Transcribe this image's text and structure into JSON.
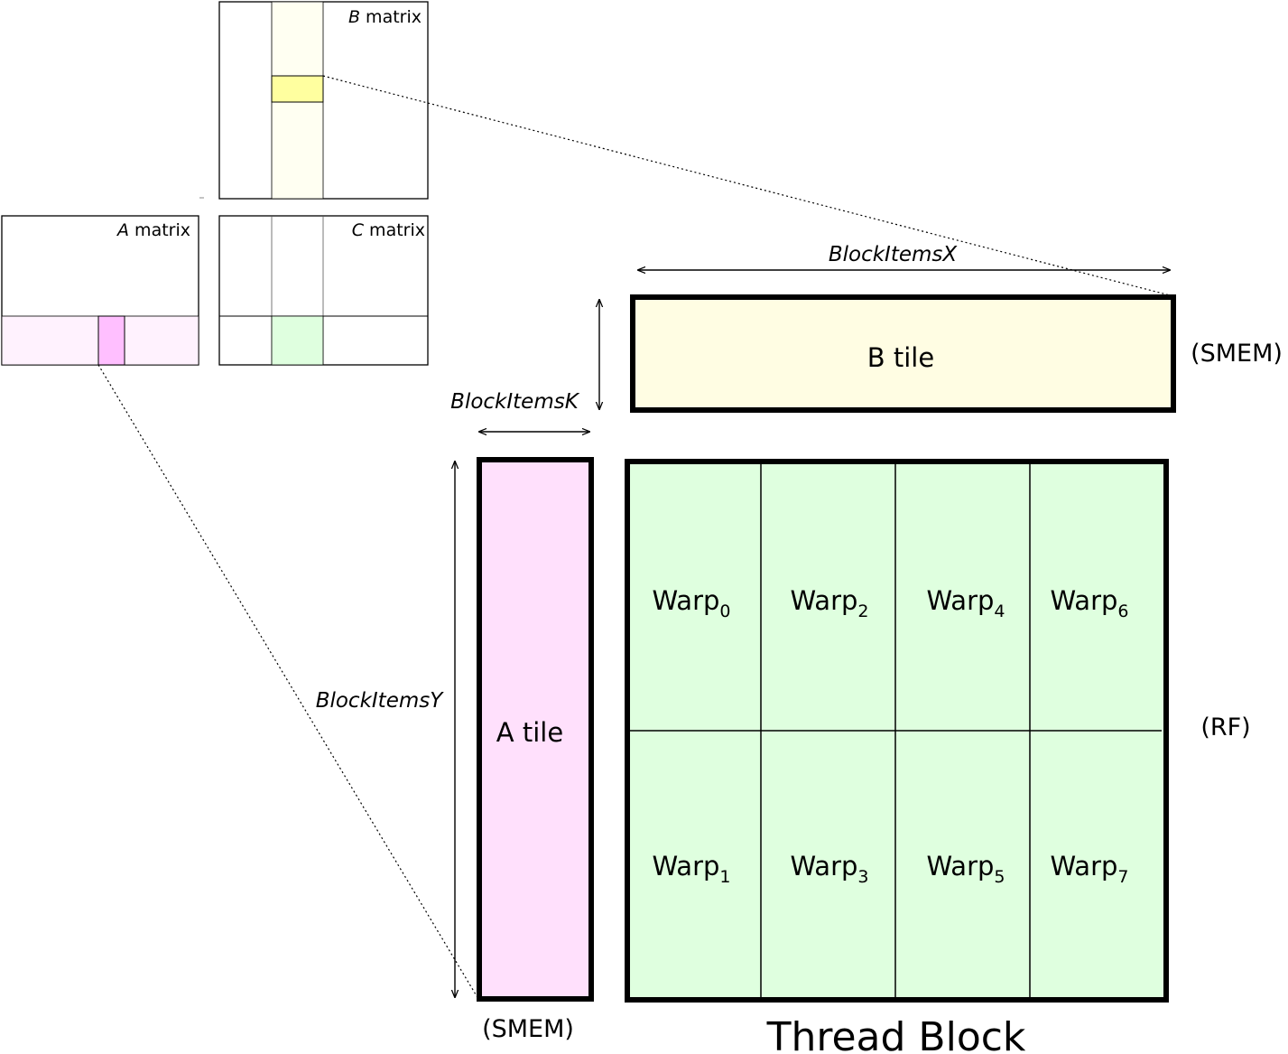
{
  "matrices": {
    "a_var": "A",
    "b_var": "B",
    "c_var": "C",
    "suffix": " matrix"
  },
  "tiles": {
    "b_tile": "B tile",
    "a_tile": "A tile",
    "b_tile_mem": "(SMEM)",
    "a_tile_mem": "(SMEM)"
  },
  "dimensions": {
    "x": "BlockItemsX",
    "k": "BlockItemsK",
    "y": "BlockItemsY"
  },
  "thread_block": {
    "title": "Thread Block",
    "memory": "(RF)",
    "warp_label": "Warp",
    "warps": [
      "0",
      "2",
      "4",
      "6",
      "1",
      "3",
      "5",
      "7"
    ]
  },
  "colors": {
    "a_tint": "#ffe0fc",
    "a_light": "#fff2fe",
    "a_strip": "#ffbfff",
    "b_tint": "#fffde3",
    "b_light": "#fffff2",
    "b_strip": "#ffff9f",
    "c_tint": "#dfffdf"
  }
}
